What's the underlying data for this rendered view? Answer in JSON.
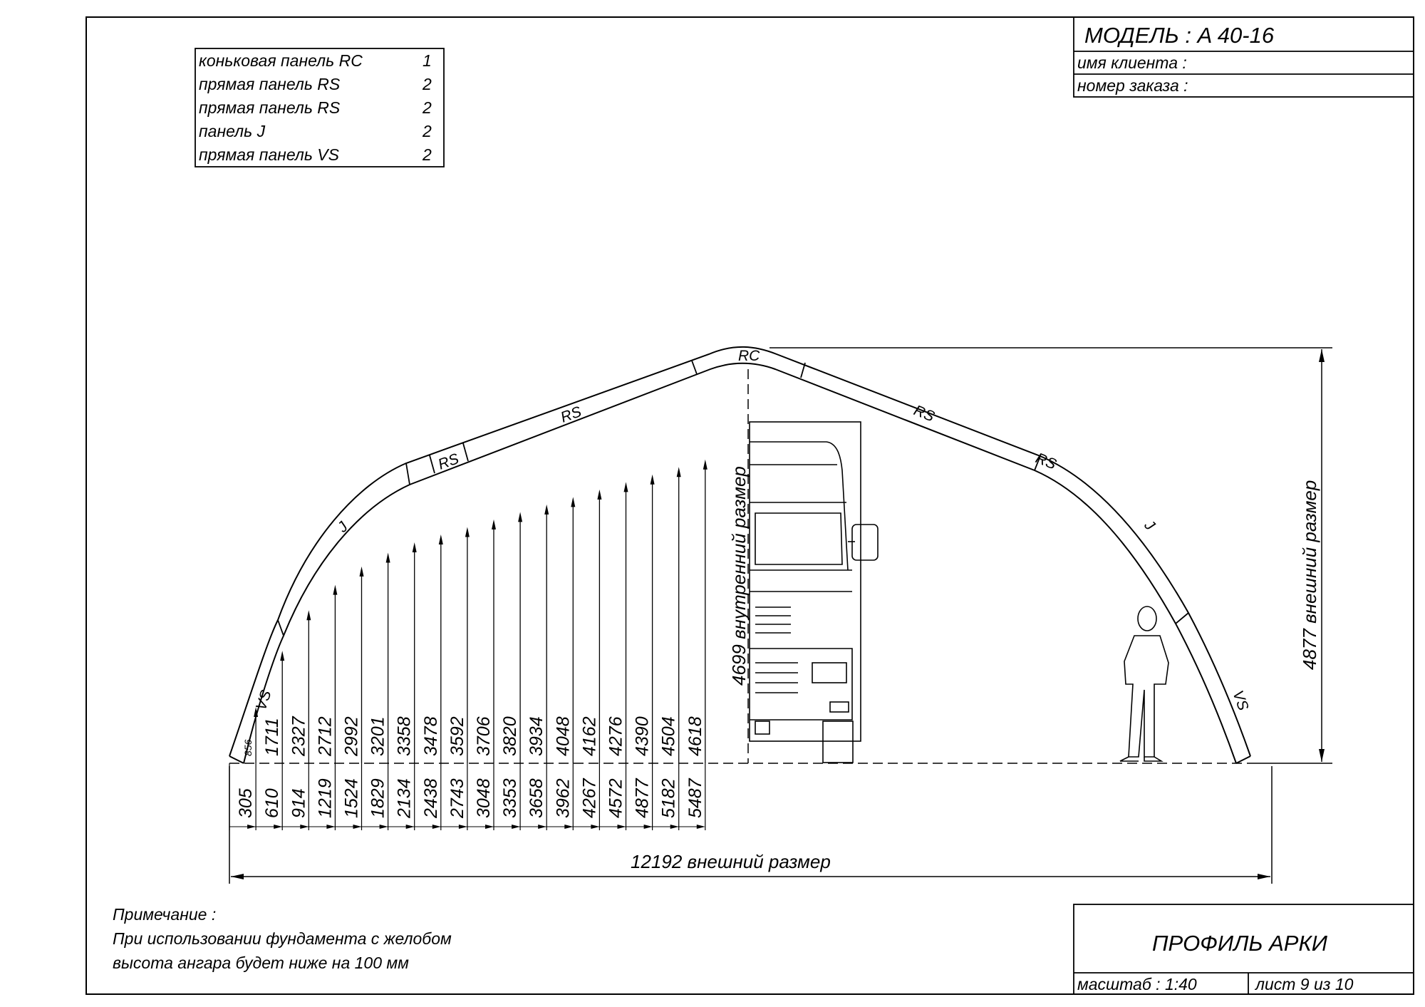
{
  "title_block": {
    "model_label": "МОДЕЛЬ : A 40-16",
    "client_label": "имя клиента :",
    "order_label": "номер заказа :"
  },
  "parts_table": [
    {
      "name": "коньковая панель  RC",
      "qty": "1"
    },
    {
      "name": "прямая панель  RS",
      "qty": "2"
    },
    {
      "name": "прямая панель  RS",
      "qty": "2"
    },
    {
      "name": "панель  J",
      "qty": "2"
    },
    {
      "name": "прямая панель  VS",
      "qty": "2"
    }
  ],
  "panel_labels": {
    "rc": "RC",
    "rs": "RS",
    "j": "J",
    "vs": "VS"
  },
  "heights": [
    "856",
    "1711",
    "2327",
    "2712",
    "2992",
    "3201",
    "3358",
    "3478",
    "3592",
    "3706",
    "3820",
    "3934",
    "4048",
    "4162",
    "4276",
    "4390",
    "4504",
    "4618"
  ],
  "offsets": [
    "305",
    "610",
    "914",
    "1219",
    "1524",
    "1829",
    "2134",
    "2438",
    "2743",
    "3048",
    "3353",
    "3658",
    "3962",
    "4267",
    "4572",
    "4877",
    "5182",
    "5487"
  ],
  "inner_height_label": "4699  внутренний размер",
  "outer_height_label": "4877  внешний размер",
  "width_label": "12192  внешний размер",
  "note": {
    "heading": "Примечание :",
    "line1": "При использовании фундамента с желобом",
    "line2": "высота ангара будет ниже на  100  мм"
  },
  "footer": {
    "drawing_title": "ПРОФИЛЬ АРКИ",
    "scale": "масштаб : 1:40",
    "sheet": "лист  9  из  10"
  }
}
